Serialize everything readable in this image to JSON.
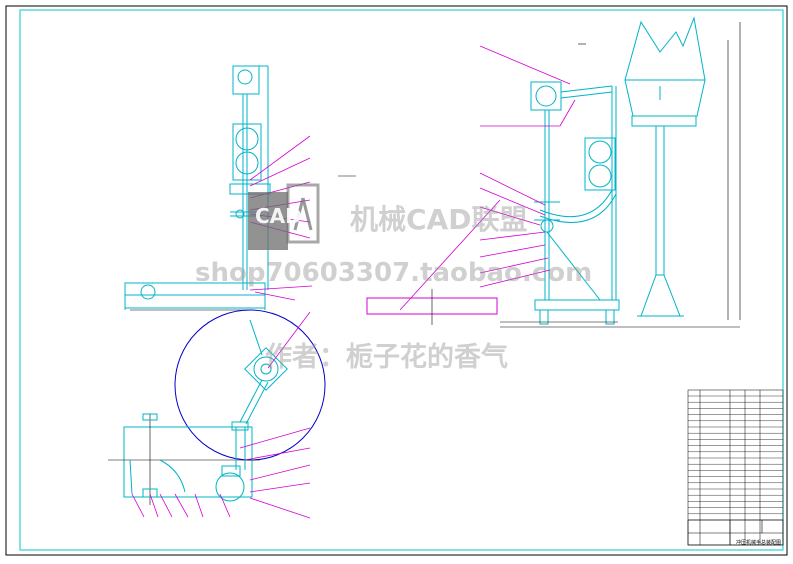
{
  "sheet": {
    "border_color": "#00c8c8",
    "outer_border_color": "#000000"
  },
  "palette": {
    "cyan": "#00b4c8",
    "magenta": "#d400d4",
    "blue": "#0000cc",
    "black": "#000000"
  },
  "watermark": {
    "brand": "机械CAD联盟",
    "shop": "shop70603307.taobao.com",
    "author": "作者：栀子花的香气",
    "logo_text": "CAD"
  },
  "title_block": {
    "title": "冲压机械手总装配图"
  }
}
